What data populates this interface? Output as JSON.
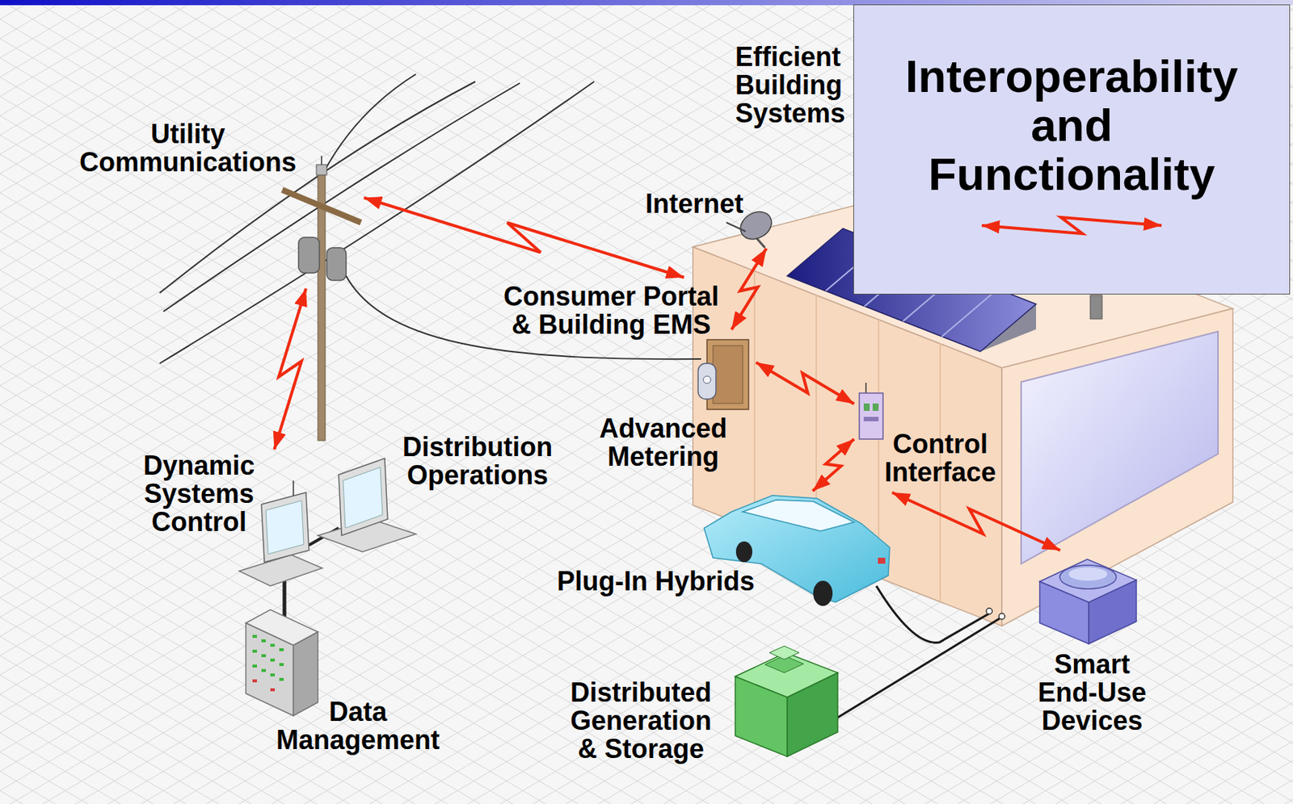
{
  "diagram": {
    "nodes": [
      {
        "text": [
          "Utility Communications"
        ]
      },
      {
        "text": [
          "Internet"
        ]
      },
      {
        "text": [
          "Consumer Portal & Building EMS"
        ]
      },
      {
        "text": [
          "Advanced Metering"
        ]
      },
      {
        "text": [
          "Distribution Operations"
        ]
      },
      {
        "text": [
          "Dynamic Systems Control"
        ]
      },
      {
        "text": [
          "Control Interface"
        ]
      },
      {
        "text": [
          "Plug-In Hybrids"
        ]
      },
      {
        "text": [
          "Data Management"
        ]
      },
      {
        "text": [
          "Distributed Generation & Storage"
        ]
      },
      {
        "text": [
          "Smart End-Use Devices"
        ]
      }
    ],
    "edges": [
      {
        "from": 0,
        "to": 2,
        "arrow": "both"
      },
      {
        "from": 0,
        "to": 5,
        "arrow": "both"
      },
      {
        "from": 1,
        "to": 2,
        "arrow": "both"
      },
      {
        "from": 3,
        "to": 6,
        "arrow": "both"
      },
      {
        "from": 6,
        "to": 7,
        "arrow": "both"
      },
      {
        "from": 6,
        "to": 10,
        "arrow": "both"
      }
    ],
    "labels": [
      "Efficient Building Systems"
    ],
    "legend": [
      {
        "text": "Interoperability and Functionality"
      }
    ]
  }
}
